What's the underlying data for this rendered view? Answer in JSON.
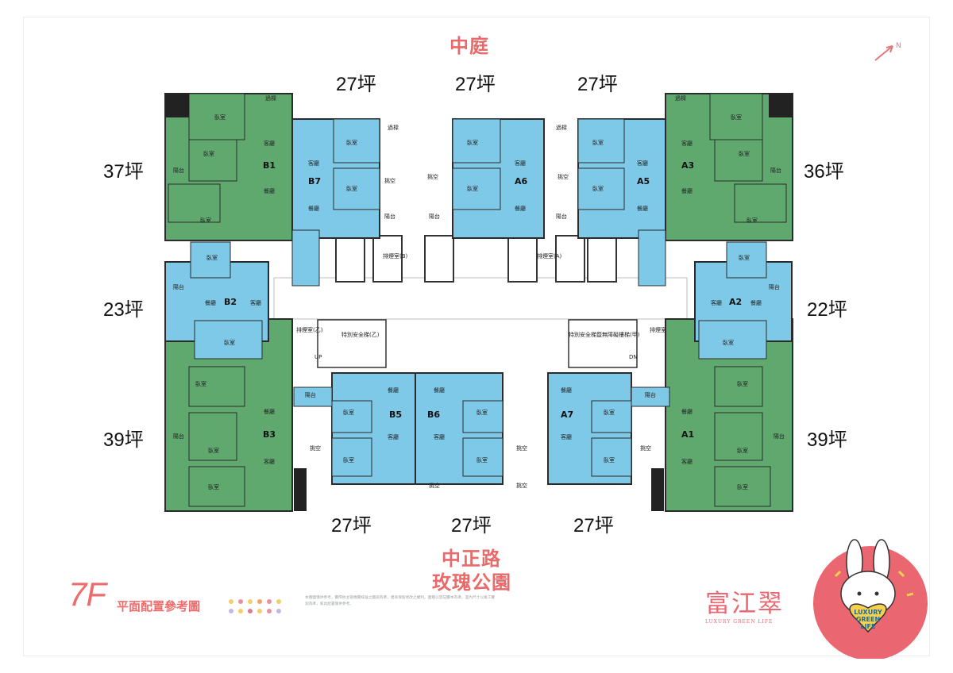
{
  "plan": {
    "courtyard": "中庭",
    "street_line1": "中正路",
    "street_line2": "玫瑰公園",
    "floor": "7F",
    "floor_title": "平面配置參考圖",
    "units": [
      {
        "id": "B1",
        "size": "37坪"
      },
      {
        "id": "B7",
        "size": "27坪"
      },
      {
        "id": "A6",
        "size": "27坪"
      },
      {
        "id": "A5",
        "size": "27坪"
      },
      {
        "id": "A3",
        "size": "36坪"
      },
      {
        "id": "B2",
        "size": "23坪"
      },
      {
        "id": "A2",
        "size": "22坪"
      },
      {
        "id": "B3",
        "size": "39坪"
      },
      {
        "id": "B5",
        "size": "27坪"
      },
      {
        "id": "B6",
        "size": "27坪"
      },
      {
        "id": "A7",
        "size": "27坪"
      },
      {
        "id": "A1",
        "size": "39坪"
      }
    ],
    "rooms": {
      "bedroom": "臥室",
      "living": "客廳",
      "dining": "餐廳",
      "balcony": "陽台",
      "void": "挑空",
      "beam": "過樑",
      "smoke_b": "排煙室(B)",
      "smoke_a": "排煙室(A)",
      "smoke_yi": "排煙室(乙)",
      "smoke_jia": "排煙室(甲)",
      "stair_yi": "特別安全梯(乙)",
      "stair_jia": "特別安全梯暨無障礙樓梯(甲)",
      "up": "UP",
      "dn": "DN"
    },
    "colors": {
      "green_unit": "#5fa96f",
      "blue_unit": "#7ec8e8",
      "accent": "#ea6670"
    }
  },
  "brand": {
    "name": "富江翠",
    "sub": "LUXURY GREEN LIFE",
    "badge_lines": [
      "LUXURY",
      "GREEN",
      "LIFE"
    ]
  },
  "disclaimer": "本圖面僅供參考，實際依主管機關核准之圖說為準，建商保留修改之權利。面積以登記謄本為準，室內尺寸以竣工實測為準，家具配置僅供參考。"
}
